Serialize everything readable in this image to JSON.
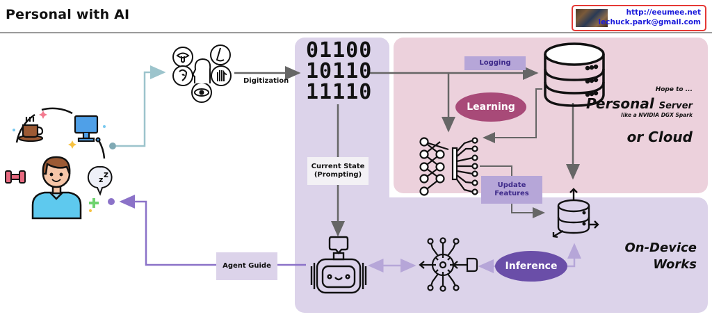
{
  "header": {
    "title": "Personal with AI",
    "contact": {
      "url": "http://eeumee.net",
      "email": "lechuck.park@gmail.com"
    }
  },
  "binary": {
    "lines": [
      "01100",
      "10110",
      "11110"
    ]
  },
  "labels": {
    "digitization": "Digitization",
    "logging": "Logging",
    "learning": "Learning",
    "current_state": "Current State (Prompting)",
    "update_features": "Update Features",
    "agent_guide": "Agent Guide",
    "inference": "Inference"
  },
  "server_panel": {
    "hope": "Hope to ...",
    "personal": "Personal",
    "server": "Server",
    "dgx": "like a NVIDIA DGX Spark",
    "cloud": "or Cloud"
  },
  "device_panel": {
    "line1": "On-Device",
    "line2": "Works"
  },
  "icons": [
    "person-lifestyle-icon",
    "coffee-icon",
    "computer-icon",
    "dumbbell-icon",
    "sleep-bubble-icon",
    "five-senses-icon",
    "database-server-icon",
    "neural-network-icon",
    "robot-agent-icon",
    "ai-processor-icon",
    "local-database-icon"
  ],
  "colors": {
    "server_region": "#ecd1dc",
    "device_region": "#dcd3ea",
    "learning": "#a84a78",
    "inference": "#6a4ea8",
    "label_box": "#b6a6d8",
    "input_arrow": "#9cc4cc",
    "output_arrow": "#8b72c8",
    "flow_arrow": "#666666"
  }
}
